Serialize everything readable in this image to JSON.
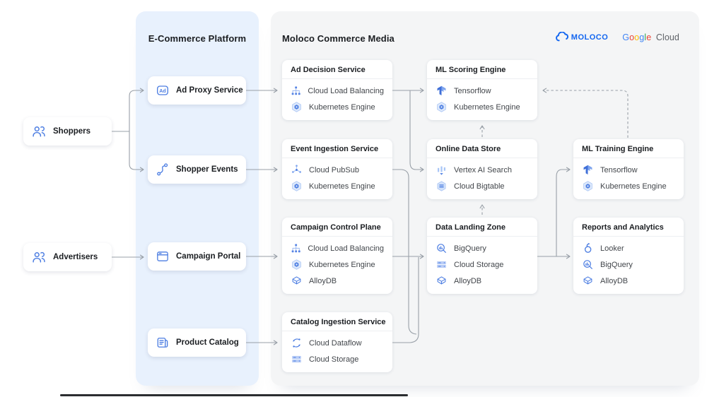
{
  "colors": {
    "accent_blue": "#4d7ee2",
    "panel_blue_bg": "#e8f1fd",
    "panel_gray_bg": "#f4f5f6",
    "connector_gray": "#99a0a8",
    "moloco_blue": "#1366f0",
    "google_g_blue": "#4285F4",
    "google_o_red": "#EA4335",
    "google_o_yellow": "#FBBC05",
    "google_l_green": "#34A853",
    "google_cloud_gray": "#5f6368"
  },
  "actors": [
    {
      "id": "shoppers",
      "label": "Shoppers",
      "icon": "users-icon"
    },
    {
      "id": "advertisers",
      "label": "Advertisers",
      "icon": "users-icon"
    }
  ],
  "ecommerce_panel": {
    "title": "E-Commerce Platform",
    "nodes": [
      {
        "id": "ad-proxy-service",
        "label": "Ad Proxy Service",
        "icon": "ad-badge-icon"
      },
      {
        "id": "shopper-events",
        "label": "Shopper Events",
        "icon": "events-flow-icon"
      },
      {
        "id": "campaign-portal",
        "label": "Campaign Portal",
        "icon": "browser-window-icon"
      },
      {
        "id": "product-catalog",
        "label": "Product Catalog",
        "icon": "catalog-document-icon"
      }
    ]
  },
  "moloco_panel": {
    "title": "Moloco Commerce Media",
    "logos": {
      "moloco": {
        "text": "MOLOCO"
      },
      "google_cloud": {
        "google": "Google",
        "cloud": "Cloud"
      }
    },
    "cards": [
      {
        "id": "ad-decision-service",
        "title": "Ad Decision Service",
        "items": [
          {
            "icon": "cloud-load-balancing-icon",
            "label": "Cloud Load Balancing"
          },
          {
            "icon": "kubernetes-engine-icon",
            "label": "Kubernetes Engine"
          }
        ]
      },
      {
        "id": "event-ingestion-service",
        "title": "Event Ingestion Service",
        "items": [
          {
            "icon": "cloud-pubsub-icon",
            "label": "Cloud PubSub"
          },
          {
            "icon": "kubernetes-engine-icon",
            "label": "Kubernetes Engine"
          }
        ]
      },
      {
        "id": "campaign-control-plane",
        "title": "Campaign Control Plane",
        "items": [
          {
            "icon": "cloud-load-balancing-icon",
            "label": "Cloud Load Balancing"
          },
          {
            "icon": "kubernetes-engine-icon",
            "label": "Kubernetes Engine"
          },
          {
            "icon": "alloydb-icon",
            "label": "AlloyDB"
          }
        ]
      },
      {
        "id": "catalog-ingestion-service",
        "title": "Catalog Ingestion Service",
        "items": [
          {
            "icon": "cloud-dataflow-icon",
            "label": "Cloud Dataflow"
          },
          {
            "icon": "cloud-storage-icon",
            "label": "Cloud Storage"
          }
        ]
      },
      {
        "id": "ml-scoring-engine",
        "title": "ML Scoring Engine",
        "items": [
          {
            "icon": "tensorflow-icon",
            "label": "Tensorflow"
          },
          {
            "icon": "kubernetes-engine-icon",
            "label": "Kubernetes Engine"
          }
        ]
      },
      {
        "id": "online-data-store",
        "title": "Online Data Store",
        "items": [
          {
            "icon": "vertex-ai-search-icon",
            "label": "Vertex AI Search"
          },
          {
            "icon": "cloud-bigtable-icon",
            "label": "Cloud Bigtable"
          }
        ]
      },
      {
        "id": "data-landing-zone",
        "title": "Data Landing Zone",
        "items": [
          {
            "icon": "bigquery-icon",
            "label": "BigQuery"
          },
          {
            "icon": "cloud-storage-icon",
            "label": "Cloud Storage"
          },
          {
            "icon": "alloydb-icon",
            "label": "AlloyDB"
          }
        ]
      },
      {
        "id": "ml-training-engine",
        "title": "ML Training Engine",
        "items": [
          {
            "icon": "tensorflow-icon",
            "label": "Tensorflow"
          },
          {
            "icon": "kubernetes-engine-icon",
            "label": "Kubernetes Engine"
          }
        ]
      },
      {
        "id": "reports-and-analytics",
        "title": "Reports and Analytics",
        "items": [
          {
            "icon": "looker-icon",
            "label": "Looker"
          },
          {
            "icon": "bigquery-icon",
            "label": "BigQuery"
          },
          {
            "icon": "alloydb-icon",
            "label": "AlloyDB"
          }
        ]
      }
    ]
  },
  "edges": [
    {
      "from": "shoppers",
      "to": "ad-proxy-service",
      "style": "solid"
    },
    {
      "from": "shoppers",
      "to": "shopper-events",
      "style": "solid"
    },
    {
      "from": "advertisers",
      "to": "campaign-portal",
      "style": "solid"
    },
    {
      "from": "ad-proxy-service",
      "to": "ad-decision-service",
      "style": "solid"
    },
    {
      "from": "shopper-events",
      "to": "event-ingestion-service",
      "style": "solid"
    },
    {
      "from": "campaign-portal",
      "to": "campaign-control-plane",
      "style": "solid"
    },
    {
      "from": "product-catalog",
      "to": "catalog-ingestion-service",
      "style": "solid"
    },
    {
      "from": "ad-decision-service",
      "to": "ml-scoring-engine",
      "style": "solid"
    },
    {
      "from": "ad-decision-service",
      "to": "online-data-store",
      "style": "solid"
    },
    {
      "from": "event-ingestion-service",
      "to": "data-landing-zone",
      "style": "solid"
    },
    {
      "from": "catalog-ingestion-service",
      "to": "data-landing-zone",
      "style": "solid"
    },
    {
      "from": "campaign-control-plane",
      "to": "data-landing-zone",
      "style": "solid"
    },
    {
      "from": "data-landing-zone",
      "to": "reports-and-analytics",
      "style": "solid"
    },
    {
      "from": "data-landing-zone",
      "to": "ml-training-engine",
      "style": "solid"
    },
    {
      "from": "online-data-store",
      "to": "ml-scoring-engine",
      "style": "dashed"
    },
    {
      "from": "data-landing-zone",
      "to": "online-data-store",
      "style": "dashed"
    },
    {
      "from": "ml-training-engine",
      "to": "ml-scoring-engine",
      "style": "dashed"
    }
  ]
}
